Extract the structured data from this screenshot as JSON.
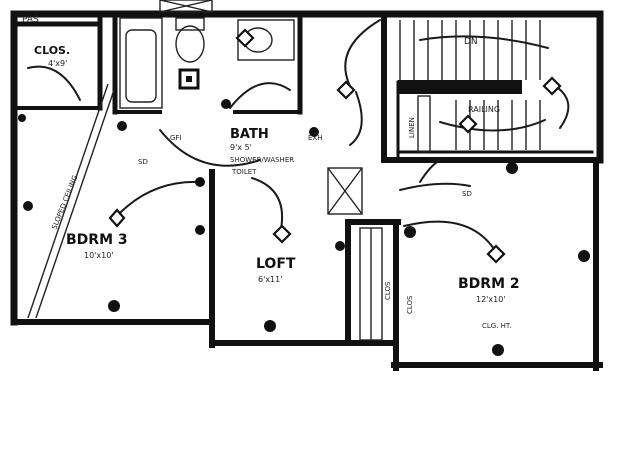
{
  "rooms": {
    "closet": {
      "name": "CLOS.",
      "dims": "4'x9'"
    },
    "bath": {
      "name": "BATH",
      "dims": "9'x 5'",
      "note_1": "SHOWER/WASHER",
      "note_2": "TOILET"
    },
    "bedroom_3": {
      "name": "BDRM 3",
      "dims": "10'x10'"
    },
    "loft": {
      "name": "LOFT",
      "dims": "6'x11'"
    },
    "bedroom_2": {
      "name": "BDRM 2",
      "dims": "12'x10'"
    }
  },
  "annotations": {
    "top_left": "PAS",
    "stair_dn": "DN",
    "railing": "RAILING",
    "linen": "LINEN",
    "sloped_ceiling": "SLOPED CEILING",
    "closet_b": "CLOS",
    "closet_b2": "CLOS",
    "ceiling_height": "CLG. HT.",
    "gfi": "GFI",
    "exhaust_fan": "EXH",
    "smoke_1": "SD",
    "smoke_2": "SD"
  },
  "colors": {
    "ink": "#111111",
    "paper": "#ffffff"
  },
  "icons": [
    "outlet-icon",
    "light-fixture-icon",
    "switch-icon",
    "smoke-detector-icon",
    "exhaust-fan-icon"
  ]
}
